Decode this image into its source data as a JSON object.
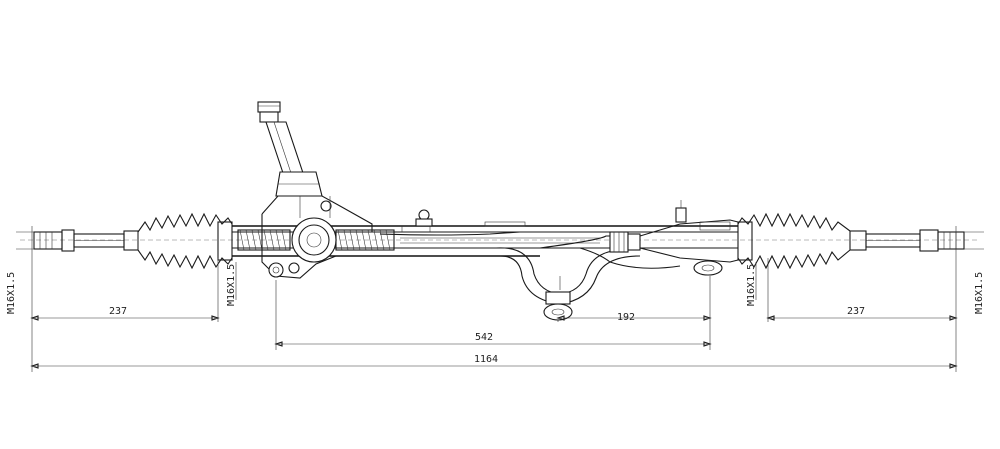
{
  "title": "",
  "dimensions": {
    "left_boot_length": "237",
    "right_boot_length": "237",
    "mount_span": "542",
    "mount_offset": "192",
    "overall_length": "1164"
  },
  "threads": {
    "left_outer": "M16X1.5",
    "left_inner": "M16X1.5",
    "right_inner": "M16X1.5",
    "right_outer": "M16X1.5"
  }
}
